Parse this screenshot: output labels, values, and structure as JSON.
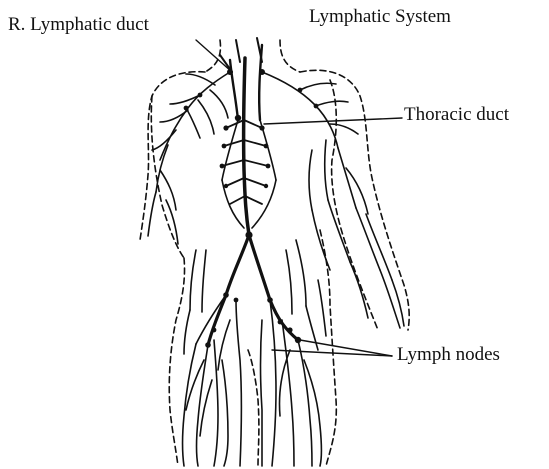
{
  "diagram": {
    "title": "Lymphatic System",
    "labels": {
      "right_lymphatic_duct": "R. Lymphatic duct",
      "thoracic_duct": "Thoracic duct",
      "lymph_nodes": "Lymph nodes"
    },
    "colors": {
      "ink": "#111111",
      "background": "#ffffff"
    }
  }
}
